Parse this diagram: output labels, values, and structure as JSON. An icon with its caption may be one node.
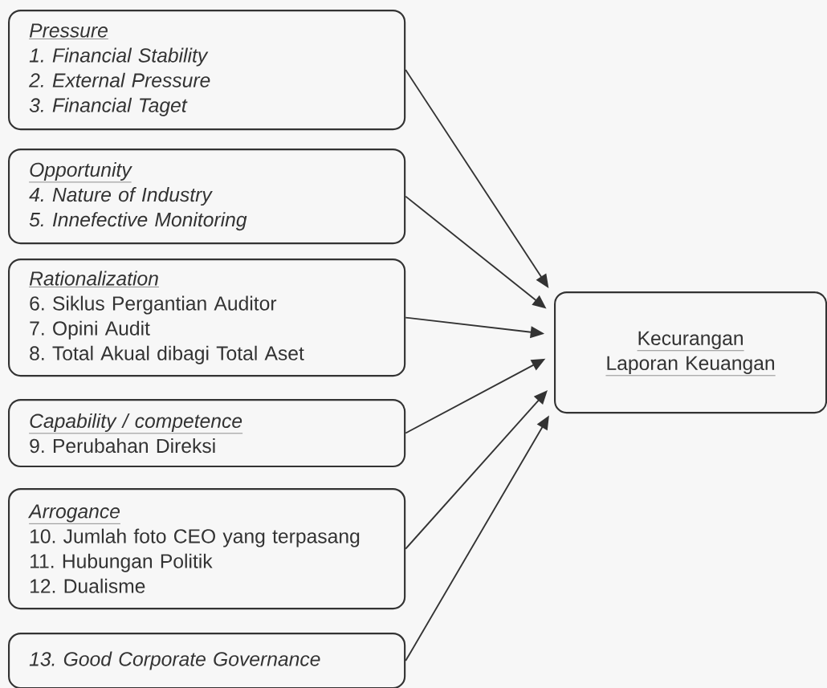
{
  "diagram": {
    "nodes": [
      {
        "text": [
          "Pressure",
          "1. Financial Stability",
          "2. External Pressure",
          "3. Financial Taget"
        ]
      },
      {
        "text": [
          "Opportunity",
          "4. Nature of Industry",
          "5. Innefective Monitoring"
        ]
      },
      {
        "text": [
          "Rationalization",
          "6. Siklus Pergantian Auditor",
          "7. Opini Audit",
          "8. Total Akual dibagi Total Aset"
        ]
      },
      {
        "text": [
          "Capability / competence",
          "9. Perubahan Direksi"
        ]
      },
      {
        "text": [
          "Arrogance",
          "10. Jumlah foto CEO yang terpasang",
          "11. Hubungan Politik",
          "12. Dualisme"
        ]
      },
      {
        "text": [
          "13. Good Corporate Governance"
        ]
      },
      {
        "text": [
          "Kecurangan Laporan Keuangan"
        ]
      }
    ],
    "edges": [
      {
        "from": 0,
        "to": 6,
        "arrow": "to"
      },
      {
        "from": 1,
        "to": 6,
        "arrow": "to"
      },
      {
        "from": 2,
        "to": 6,
        "arrow": "to"
      },
      {
        "from": 3,
        "to": 6,
        "arrow": "to"
      },
      {
        "from": 4,
        "to": 6,
        "arrow": "to"
      },
      {
        "from": 5,
        "to": 6,
        "arrow": "to"
      }
    ]
  }
}
